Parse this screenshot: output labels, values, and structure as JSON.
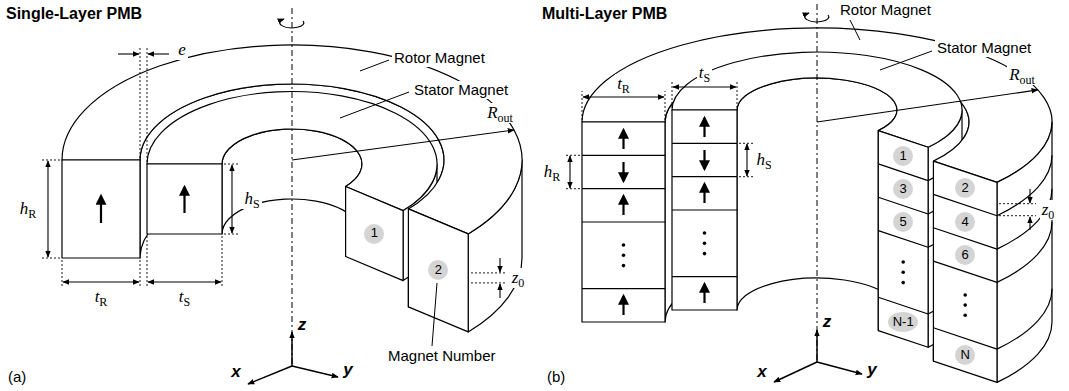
{
  "diagram": {
    "nodes": [
      {
        "text": [
          "1"
        ]
      },
      {
        "text": [
          "2"
        ]
      },
      {
        "text": [
          "1"
        ]
      },
      {
        "text": [
          "2"
        ]
      },
      {
        "text": [
          "3"
        ]
      },
      {
        "text": [
          "4"
        ]
      },
      {
        "text": [
          "5"
        ]
      },
      {
        "text": [
          "6"
        ]
      },
      {
        "text": [
          "N-1"
        ]
      },
      {
        "text": [
          "N"
        ]
      }
    ],
    "labels": [
      "Single-Layer PMB",
      "Rotor Magnet",
      "Stator Magnet",
      "e",
      "tR",
      "tS",
      "hS",
      "hR",
      "Rout",
      "z0",
      "Magnet Number",
      "(a)",
      "z",
      "x",
      "y",
      "Multi-Layer PMB",
      "Rotor Magnet",
      "Stator Magnet",
      "tR",
      "tS",
      "hR",
      "hS",
      "Rout",
      "z0",
      "(b)",
      "z",
      "x",
      "y"
    ]
  }
}
